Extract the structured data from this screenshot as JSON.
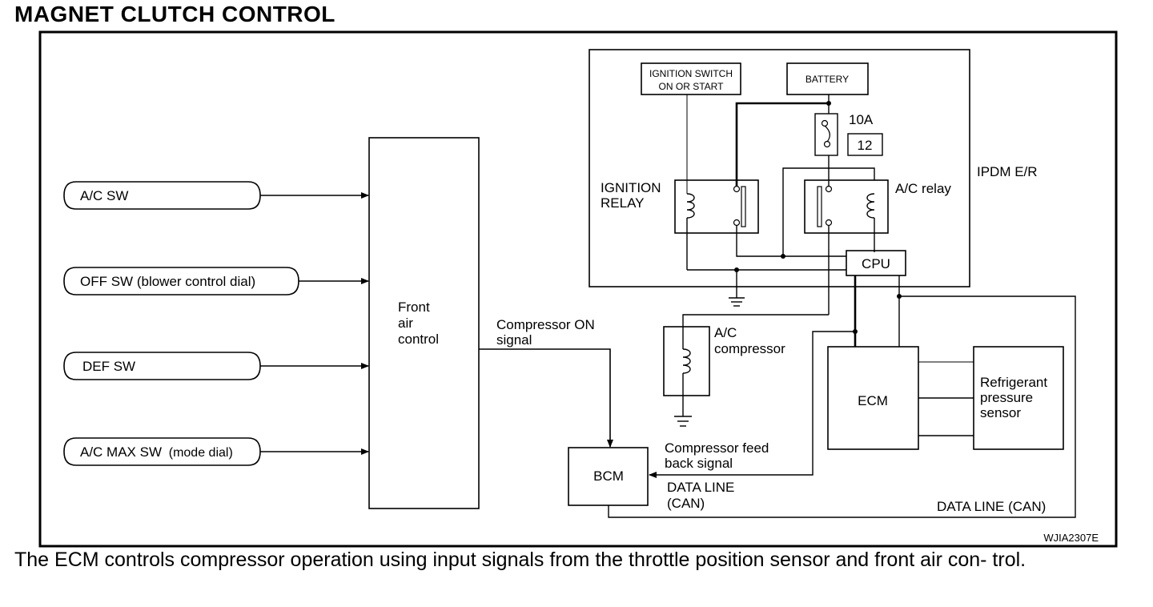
{
  "title": "MAGNET CLUTCH CONTROL",
  "inputs": {
    "ac_sw": "A/C SW",
    "off_sw": "OFF SW (blower control dial)",
    "def_sw": "DEF SW",
    "ac_max_sw": "A/C MAX SW",
    "ac_max_sw_note": "(mode dial)"
  },
  "front_air_control": [
    "Front",
    "air",
    "control"
  ],
  "compressor_on_signal": [
    "Compressor ON",
    "signal"
  ],
  "ipdm": {
    "ignition_switch": [
      "IGNITION SWITCH",
      "ON OR START"
    ],
    "battery": "BATTERY",
    "fuse_rating": "10A",
    "fuse_number": "12",
    "label": "IPDM E/R",
    "ignition_relay": [
      "IGNITION",
      "RELAY"
    ],
    "ac_relay": "A/C relay",
    "cpu": "CPU"
  },
  "ac_compressor": [
    "A/C",
    "compressor"
  ],
  "ecm": "ECM",
  "refrigerant_sensor": [
    "Refrigerant",
    "pressure",
    "sensor"
  ],
  "compressor_feedback": [
    "Compressor feed",
    "back signal"
  ],
  "bcm": "BCM",
  "data_line_bcm": [
    "DATA LINE",
    "(CAN)"
  ],
  "data_line_can": "DATA LINE (CAN)",
  "figure_code": "WJIA2307E",
  "caption": "The ECM controls compressor operation using input signals from the throttle position sensor and front air con- trol."
}
